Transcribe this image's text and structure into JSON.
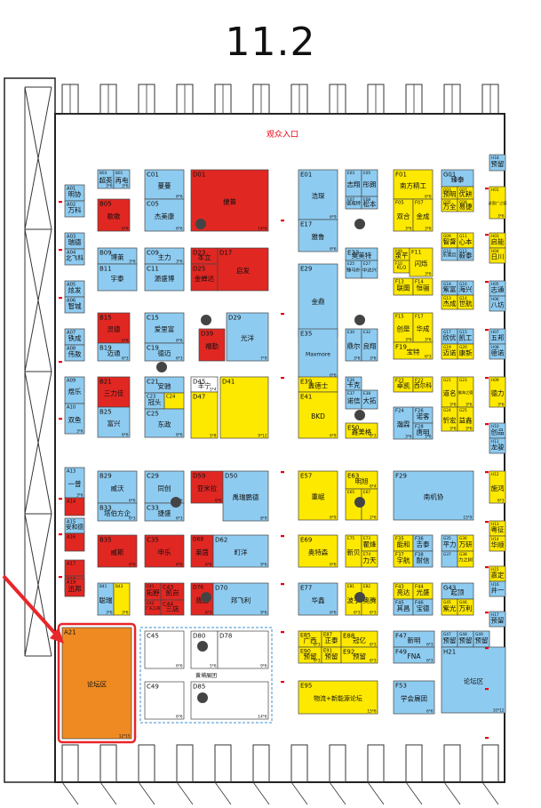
{
  "hall_title": "11.2",
  "entrance_label": "观众入口",
  "colors": {
    "blue": "#8ecbf0",
    "yellow": "#fde800",
    "red": "#e12722",
    "orange": "#ef8a22",
    "white": "#ffffff",
    "marker": "#e60012"
  },
  "booths": [
    {
      "id": "B03",
      "name": "超英",
      "size": "3*6",
      "color": "blue"
    },
    {
      "id": "B01",
      "name": "再电",
      "size": "3*6",
      "color": "blue"
    },
    {
      "id": "B05",
      "name": "歌歌",
      "size": "6*6",
      "color": "red"
    },
    {
      "id": "C01",
      "name": "蔓蔓",
      "size": "6*6",
      "color": "blue"
    },
    {
      "id": "C05",
      "name": "杰美康",
      "size": "6*6",
      "color": "blue"
    },
    {
      "id": "D01",
      "name": "捷普",
      "size": "14*6",
      "color": "red"
    },
    {
      "id": "E01",
      "name": "浩琛",
      "size": "6*9",
      "color": "blue"
    },
    {
      "id": "E03",
      "name": "志翔",
      "size": "",
      "color": "blue"
    },
    {
      "id": "E05",
      "name": "彤朗",
      "size": "",
      "color": "blue"
    },
    {
      "id": "E07",
      "name": "德威特",
      "size": "",
      "color": "blue"
    },
    {
      "id": "E08",
      "name": "松本",
      "size": "",
      "color": "blue"
    },
    {
      "id": "E17",
      "name": "雅鲁",
      "size": "6*6",
      "color": "blue"
    },
    {
      "id": "F01",
      "name": "南方精工",
      "size": "6*6",
      "color": "yellow"
    },
    {
      "id": "F05",
      "name": "双合",
      "size": "3*6",
      "color": "yellow"
    },
    {
      "id": "F07",
      "name": "金成",
      "size": "3*6",
      "color": "yellow"
    },
    {
      "id": "G01",
      "name": "臻泰",
      "size": "",
      "color": "blue"
    },
    {
      "id": "G03",
      "name": "预明",
      "size": "",
      "color": "yellow"
    },
    {
      "id": "G07",
      "name": "优耕",
      "size": "",
      "color": "yellow"
    },
    {
      "id": "G05",
      "name": "万全",
      "size": "",
      "color": "yellow"
    },
    {
      "id": "G08",
      "name": "易捷",
      "size": "",
      "color": "yellow"
    },
    {
      "id": "H18",
      "name": "预留",
      "size": "",
      "color": "blue"
    },
    {
      "id": "H01",
      "name": "派恩广之德",
      "size": "3*6",
      "color": "yellow"
    },
    {
      "id": "A01",
      "name": "明协",
      "size": "",
      "color": "blue"
    },
    {
      "id": "A02",
      "name": "万科",
      "size": "",
      "color": "blue"
    },
    {
      "id": "A03",
      "name": "瑞德",
      "size": "",
      "color": "blue"
    },
    {
      "id": "A04",
      "name": "北飞科",
      "size": "",
      "color": "blue"
    },
    {
      "id": "A05",
      "name": "炫发",
      "size": "",
      "color": "blue"
    },
    {
      "id": "A06",
      "name": "智城",
      "size": "",
      "color": "blue"
    },
    {
      "id": "B09",
      "name": "博萊",
      "size": "3*6",
      "color": "blue"
    },
    {
      "id": "B11",
      "name": "宇泰",
      "size": "",
      "color": "blue"
    },
    {
      "id": "C09",
      "name": "主力",
      "size": "3*6",
      "color": "blue"
    },
    {
      "id": "C11",
      "name": "源盛博",
      "size": "",
      "color": "blue"
    },
    {
      "id": "D23",
      "name": "本立",
      "size": "",
      "color": "red"
    },
    {
      "id": "D25",
      "name": "金蝉达",
      "size": "",
      "color": "red"
    },
    {
      "id": "D17",
      "name": "启发",
      "size": "",
      "color": "red"
    },
    {
      "id": "E23",
      "name": "奥美特",
      "size": "",
      "color": "blue"
    },
    {
      "id": "E25",
      "name": "臻马扑",
      "size": "",
      "color": "blue"
    },
    {
      "id": "E27",
      "name": "中达兴",
      "size": "",
      "color": "blue"
    },
    {
      "id": "E29",
      "name": "金鼎",
      "size": "6*12",
      "color": "blue"
    },
    {
      "id": "F09",
      "name": "泉芊",
      "size": "",
      "color": "yellow"
    },
    {
      "id": "F10",
      "name": "KLQ",
      "size": "",
      "color": "yellow"
    },
    {
      "id": "F11",
      "name": "闪烁",
      "size": "3*6",
      "color": "yellow"
    },
    {
      "id": "F13",
      "name": "联图",
      "size": "",
      "color": "yellow"
    },
    {
      "id": "F14",
      "name": "恒骊",
      "size": "",
      "color": "yellow"
    },
    {
      "id": "G09",
      "name": "智督",
      "size": "",
      "color": "yellow"
    },
    {
      "id": "G11",
      "name": "心本",
      "size": "",
      "color": "yellow"
    },
    {
      "id": "G10",
      "name": "东莞巨",
      "size": "",
      "color": "blue"
    },
    {
      "id": "G12",
      "name": "毅泰",
      "size": "",
      "color": "blue"
    },
    {
      "id": "H03",
      "name": "启能",
      "size": "",
      "color": "yellow"
    },
    {
      "id": "H04",
      "name": "日川",
      "size": "",
      "color": "yellow"
    },
    {
      "id": "G18",
      "name": "紫富",
      "size": "",
      "color": "blue"
    },
    {
      "id": "G16",
      "name": "海兴",
      "size": "",
      "color": "blue"
    },
    {
      "id": "G13",
      "name": "杰成",
      "size": "",
      "color": "yellow"
    },
    {
      "id": "G14",
      "name": "世航",
      "size": "",
      "color": "yellow"
    },
    {
      "id": "H05",
      "name": "志通",
      "size": "",
      "color": "blue"
    },
    {
      "id": "H06",
      "name": "八坊",
      "size": "",
      "color": "blue"
    },
    {
      "id": "A07",
      "name": "铁成",
      "size": "",
      "color": "blue"
    },
    {
      "id": "A08",
      "name": "伟敖",
      "size": "",
      "color": "blue"
    },
    {
      "id": "B15",
      "name": "灵德",
      "size": "6*6",
      "color": "red"
    },
    {
      "id": "B19",
      "name": "迈通",
      "size": "6*3",
      "color": "blue"
    },
    {
      "id": "C15",
      "name": "爱里富",
      "size": "6*6",
      "color": "blue"
    },
    {
      "id": "C19",
      "name": "德迈",
      "size": "6*3",
      "color": "blue"
    },
    {
      "id": "D39",
      "name": "福勤",
      "size": "",
      "color": "red"
    },
    {
      "id": "D29",
      "name": "光洋",
      "size": "7*9",
      "color": "blue"
    },
    {
      "id": "E35",
      "name": "Maxmore",
      "size": "6*6",
      "color": "blue"
    },
    {
      "id": "E30",
      "name": "鼎尔",
      "size": "3*6",
      "color": "blue"
    },
    {
      "id": "E32",
      "name": "良翔",
      "size": "3*6",
      "color": "blue"
    },
    {
      "id": "F15",
      "name": "创是",
      "size": "3*6",
      "color": "yellow"
    },
    {
      "id": "F17",
      "name": "华成",
      "size": "3*6",
      "color": "yellow"
    },
    {
      "id": "F19",
      "name": "宝特",
      "size": "6*3",
      "color": "yellow"
    },
    {
      "id": "G17",
      "name": "欣优",
      "size": "",
      "color": "blue"
    },
    {
      "id": "G15",
      "name": "凯工",
      "size": "",
      "color": "blue"
    },
    {
      "id": "G19",
      "name": "迈诺",
      "size": "",
      "color": "yellow"
    },
    {
      "id": "G20",
      "name": "康新",
      "size": "",
      "color": "yellow"
    },
    {
      "id": "H07",
      "name": "五邦",
      "size": "",
      "color": "blue"
    },
    {
      "id": "H08",
      "name": "德诺",
      "size": "",
      "color": "blue"
    },
    {
      "id": "A09",
      "name": "煜乐",
      "size": "",
      "color": "blue"
    },
    {
      "id": "A10",
      "name": "双鱼",
      "size": "3*6",
      "color": "blue"
    },
    {
      "id": "B21",
      "name": "三力佳",
      "size": "",
      "color": "red"
    },
    {
      "id": "B25",
      "name": "富兴",
      "size": "6*6",
      "color": "blue"
    },
    {
      "id": "C21",
      "name": "安驰",
      "size": "",
      "color": "blue"
    },
    {
      "id": "C23",
      "name": "冠头",
      "size": "",
      "color": "blue"
    },
    {
      "id": "C24",
      "name": "",
      "size": "",
      "color": "yellow"
    },
    {
      "id": "C25",
      "name": "东政",
      "size": "6*6",
      "color": "blue"
    },
    {
      "id": "D45",
      "name": "丰宁",
      "size": "5*4",
      "color": "white"
    },
    {
      "id": "D47",
      "name": "",
      "size": "5*8",
      "color": "yellow"
    },
    {
      "id": "D41",
      "name": "",
      "size": "9*12",
      "color": "yellow"
    },
    {
      "id": "E39",
      "name": "盖德士",
      "size": "",
      "color": "yellow"
    },
    {
      "id": "E41",
      "name": "BKD",
      "size": "6*9",
      "color": "yellow"
    },
    {
      "id": "E36",
      "name": "卡克",
      "size": "",
      "color": "blue"
    },
    {
      "id": "E37",
      "name": "诺信",
      "size": "",
      "color": "blue"
    },
    {
      "id": "E38",
      "name": "大拓",
      "size": "",
      "color": "blue"
    },
    {
      "id": "E50",
      "name": "鑫美格",
      "size": "6*3",
      "color": "yellow"
    },
    {
      "id": "F23",
      "name": "卓凯",
      "size": "",
      "color": "yellow"
    },
    {
      "id": "F22",
      "name": "西尔科",
      "size": "",
      "color": "yellow"
    },
    {
      "id": "F24",
      "name": "瀚霖",
      "size": "3*6",
      "color": "blue"
    },
    {
      "id": "F26",
      "name": "诺客",
      "size": "",
      "color": "blue"
    },
    {
      "id": "F28",
      "name": "唐明",
      "size": "3*6",
      "color": "blue"
    },
    {
      "id": "G21",
      "name": "道名",
      "size": "3*6",
      "color": "yellow"
    },
    {
      "id": "G23",
      "name": "佛海之德",
      "size": "3*6",
      "color": "yellow"
    },
    {
      "id": "G24",
      "name": "忻宏",
      "size": "3*6",
      "color": "yellow"
    },
    {
      "id": "G25",
      "name": "益鑫",
      "size": "3*6",
      "color": "yellow"
    },
    {
      "id": "H09",
      "name": "德力",
      "size": "3*6",
      "color": "yellow"
    },
    {
      "id": "H10",
      "name": "创品",
      "size": "",
      "color": "blue"
    },
    {
      "id": "H11",
      "name": "龙骏",
      "size": "",
      "color": "blue"
    },
    {
      "id": "A13",
      "name": "一普",
      "size": "3*6",
      "color": "blue"
    },
    {
      "id": "A14",
      "name": "",
      "size": "",
      "color": "red"
    },
    {
      "id": "B29",
      "name": "威沃",
      "size": "6*6",
      "color": "blue"
    },
    {
      "id": "B33",
      "name": "塔伯方企",
      "size": "6*3",
      "color": "blue"
    },
    {
      "id": "C29",
      "name": "同创",
      "size": "6*6",
      "color": "blue"
    },
    {
      "id": "C33",
      "name": "捷盛",
      "size": "6*3",
      "color": "blue"
    },
    {
      "id": "D59",
      "name": "亚米拉",
      "size": "6*6",
      "color": "red"
    },
    {
      "id": "D50",
      "name": "禹瑞鹏德",
      "size": "8*9",
      "color": "blue"
    },
    {
      "id": "E57",
      "name": "重岷",
      "size": "6*9",
      "color": "yellow"
    },
    {
      "id": "E63",
      "name": "明旭",
      "size": "6*4",
      "color": "yellow"
    },
    {
      "id": "E65",
      "name": "",
      "size": "",
      "color": "yellow"
    },
    {
      "id": "E67",
      "name": "",
      "size": "2*6",
      "color": "yellow"
    },
    {
      "id": "F29",
      "name": "南机协",
      "size": "15*9",
      "color": "blue"
    },
    {
      "id": "H12",
      "name": "施鸿",
      "size": "6*3",
      "color": "yellow"
    },
    {
      "id": "A15",
      "name": "安和德",
      "size": "",
      "color": "blue"
    },
    {
      "id": "A16",
      "name": "",
      "size": "",
      "color": "red"
    },
    {
      "id": "B35",
      "name": "威斯",
      "size": "6*6",
      "color": "red"
    },
    {
      "id": "C35",
      "name": "申乐",
      "size": "6*6",
      "color": "red"
    },
    {
      "id": "D68",
      "name": "莱茵",
      "size": "6*6",
      "color": "red"
    },
    {
      "id": "D62",
      "name": "町洋",
      "size": "9*6",
      "color": "blue"
    },
    {
      "id": "E69",
      "name": "奥特森",
      "size": "6*6",
      "color": "yellow"
    },
    {
      "id": "E75",
      "name": "新贝",
      "size": "",
      "color": "yellow"
    },
    {
      "id": "E73",
      "name": "瞿烽",
      "size": "",
      "color": "yellow"
    },
    {
      "id": "E74",
      "name": "力天",
      "size": "",
      "color": "yellow"
    },
    {
      "id": "F35",
      "name": "能和",
      "size": "",
      "color": "yellow"
    },
    {
      "id": "F36",
      "name": "吉泰",
      "size": "",
      "color": "blue"
    },
    {
      "id": "F37",
      "name": "宇航",
      "size": "",
      "color": "yellow"
    },
    {
      "id": "F38",
      "name": "耐信",
      "size": "",
      "color": "blue"
    },
    {
      "id": "G35",
      "name": "平力",
      "size": "",
      "color": "blue"
    },
    {
      "id": "G36",
      "name": "万研",
      "size": "",
      "color": "yellow"
    },
    {
      "id": "G37",
      "name": "",
      "size": "",
      "color": "blue"
    },
    {
      "id": "G38",
      "name": "力之树",
      "size": "",
      "color": "yellow"
    },
    {
      "id": "H13",
      "name": "粤征",
      "size": "",
      "color": "yellow"
    },
    {
      "id": "H14",
      "name": "华顺",
      "size": "",
      "color": "yellow"
    },
    {
      "id": "A17",
      "name": "",
      "size": "",
      "color": "red"
    },
    {
      "id": "A18",
      "name": "",
      "size": "",
      "color": "red"
    },
    {
      "id": "B41",
      "name": "聪瑞",
      "size": "3*6",
      "color": "blue"
    },
    {
      "id": "B43",
      "name": "",
      "size": "3*6",
      "color": "yellow"
    },
    {
      "id": "C41",
      "name": "拓野",
      "size": "",
      "color": "red"
    },
    {
      "id": "C43",
      "name": "凯岂",
      "size": "",
      "color": "red"
    },
    {
      "id": "C42",
      "name": "广东工具",
      "size": "",
      "color": "red"
    },
    {
      "id": "C44",
      "name": "三店",
      "size": "",
      "color": "red"
    },
    {
      "id": "D76",
      "name": "翡丽",
      "size": "6*3",
      "color": "red"
    },
    {
      "id": "D70",
      "name": "邦飞利",
      "size": "9*6",
      "color": "blue"
    },
    {
      "id": "E77",
      "name": "华鑫",
      "size": "6*6",
      "color": "blue"
    },
    {
      "id": "E81",
      "name": "波于",
      "size": "6*3",
      "color": "yellow"
    },
    {
      "id": "E82",
      "name": "奥腾",
      "size": "6*3",
      "color": "yellow"
    },
    {
      "id": "F43",
      "name": "亮达",
      "size": "",
      "color": "yellow"
    },
    {
      "id": "F44",
      "name": "光盛",
      "size": "",
      "color": "yellow"
    },
    {
      "id": "F45",
      "name": "其昌",
      "size": "",
      "color": "blue"
    },
    {
      "id": "F46",
      "name": "宝德",
      "size": "",
      "color": "blue"
    },
    {
      "id": "G43",
      "name": "起顶",
      "size": "",
      "color": "blue"
    },
    {
      "id": "G45",
      "name": "紫光",
      "size": "",
      "color": "yellow"
    },
    {
      "id": "G46",
      "name": "万利",
      "size": "",
      "color": "yellow"
    },
    {
      "id": "H15",
      "name": "嘉定",
      "size": "",
      "color": "yellow"
    },
    {
      "id": "H16",
      "name": "井一",
      "size": "",
      "color": "blue"
    },
    {
      "id": "H17",
      "name": "预留",
      "size": "",
      "color": "blue"
    },
    {
      "id": "A19",
      "name": "迅邦",
      "size": "",
      "color": "red"
    },
    {
      "id": "A21",
      "name": "论坛区",
      "size": "12*15",
      "color": "orange"
    },
    {
      "id": "C45",
      "name": "",
      "size": "6*6",
      "color": "white"
    },
    {
      "id": "D80",
      "name": "",
      "size": "5*6",
      "color": "white"
    },
    {
      "id": "D78",
      "name": "",
      "size": "9*6",
      "color": "white"
    },
    {
      "id": "C49",
      "name": "",
      "size": "6*6",
      "color": "white"
    },
    {
      "id": "D85",
      "name": "",
      "size": "14*6",
      "color": "white"
    },
    {
      "id": "E85",
      "name": "广西",
      "size": "6*3",
      "color": "yellow"
    },
    {
      "id": "E87",
      "name": "正泰",
      "size": "",
      "color": "yellow"
    },
    {
      "id": "E88",
      "name": "冠亿",
      "size": "6*3",
      "color": "yellow"
    },
    {
      "id": "E90",
      "name": "预留",
      "size": "6*3",
      "color": "yellow"
    },
    {
      "id": "E91",
      "name": "预留",
      "size": "",
      "color": "yellow"
    },
    {
      "id": "E92",
      "name": "预留",
      "size": "6*3",
      "color": "yellow"
    },
    {
      "id": "F47",
      "name": "新明",
      "size": "6*3",
      "color": "blue"
    },
    {
      "id": "F49",
      "name": "FNA",
      "size": "6*3",
      "color": "blue"
    },
    {
      "id": "G47",
      "name": "预留",
      "size": "",
      "color": "blue"
    },
    {
      "id": "G48",
      "name": "预留",
      "size": "",
      "color": "blue"
    },
    {
      "id": "G49",
      "name": "预留",
      "size": "",
      "color": "blue"
    },
    {
      "id": "H21",
      "name": "论坛区",
      "size": "10*12",
      "color": "blue"
    },
    {
      "id": "E95",
      "name": "物流+新能源论坛",
      "size": "15*6",
      "color": "yellow"
    },
    {
      "id": "F53",
      "name": "学会展团",
      "size": "6*6",
      "color": "blue"
    }
  ],
  "pavilion_label": "黄埔展团"
}
